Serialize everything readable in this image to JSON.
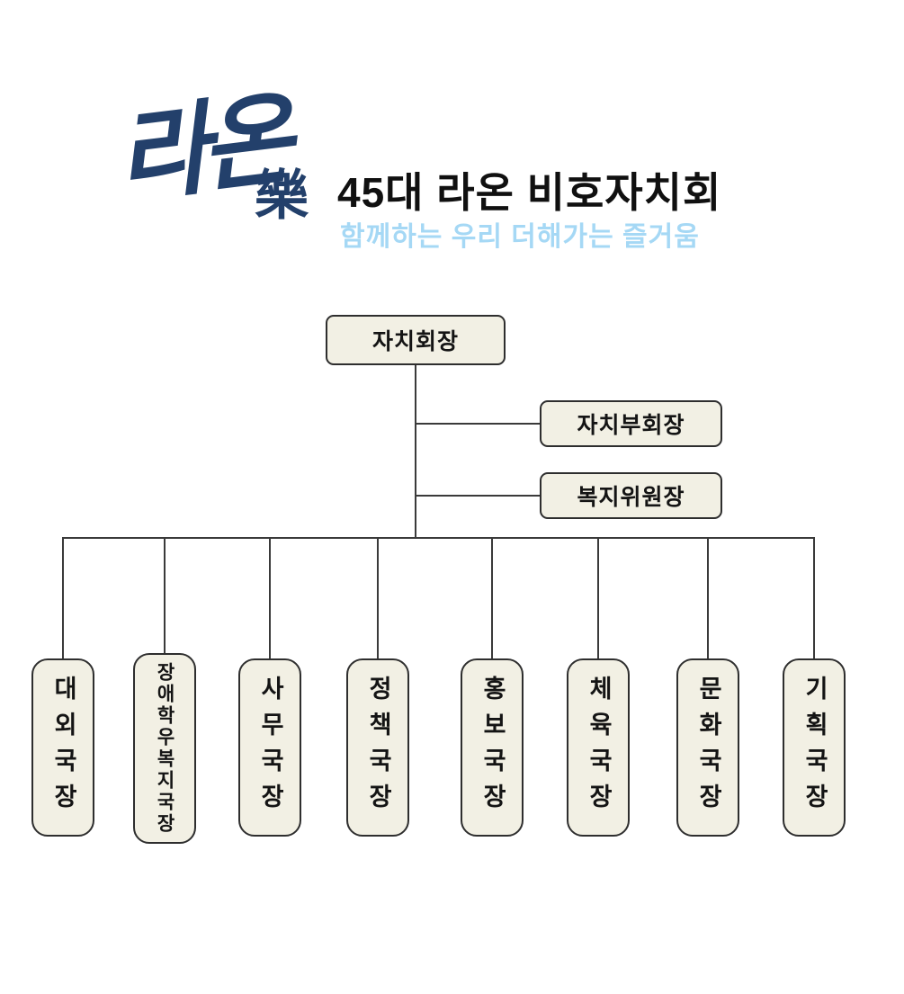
{
  "header": {
    "logo_main": "라온",
    "logo_hanja": "樂",
    "title": "45대 라온 비호자치회",
    "subtitle": "함께하는 우리 더해가는 즐거움"
  },
  "org": {
    "root": {
      "label": "자치회장"
    },
    "side": [
      {
        "label": "자치부회장"
      },
      {
        "label": "복지위원장"
      }
    ],
    "departments": [
      {
        "label": "대외국장"
      },
      {
        "label": "장애학우복지국장"
      },
      {
        "label": "사무국장"
      },
      {
        "label": "정책국장"
      },
      {
        "label": "홍보국장"
      },
      {
        "label": "체육국장"
      },
      {
        "label": "문화국장"
      },
      {
        "label": "기획국장"
      }
    ]
  },
  "colors": {
    "box_fill": "#f2f0e4",
    "box_border": "#2e2e2e",
    "line_color": "#3a3a3a",
    "title_color": "#101010",
    "subtitle_color": "#a5d8f5",
    "logo_color": "#23406b",
    "page_bg": "#ffffff"
  }
}
